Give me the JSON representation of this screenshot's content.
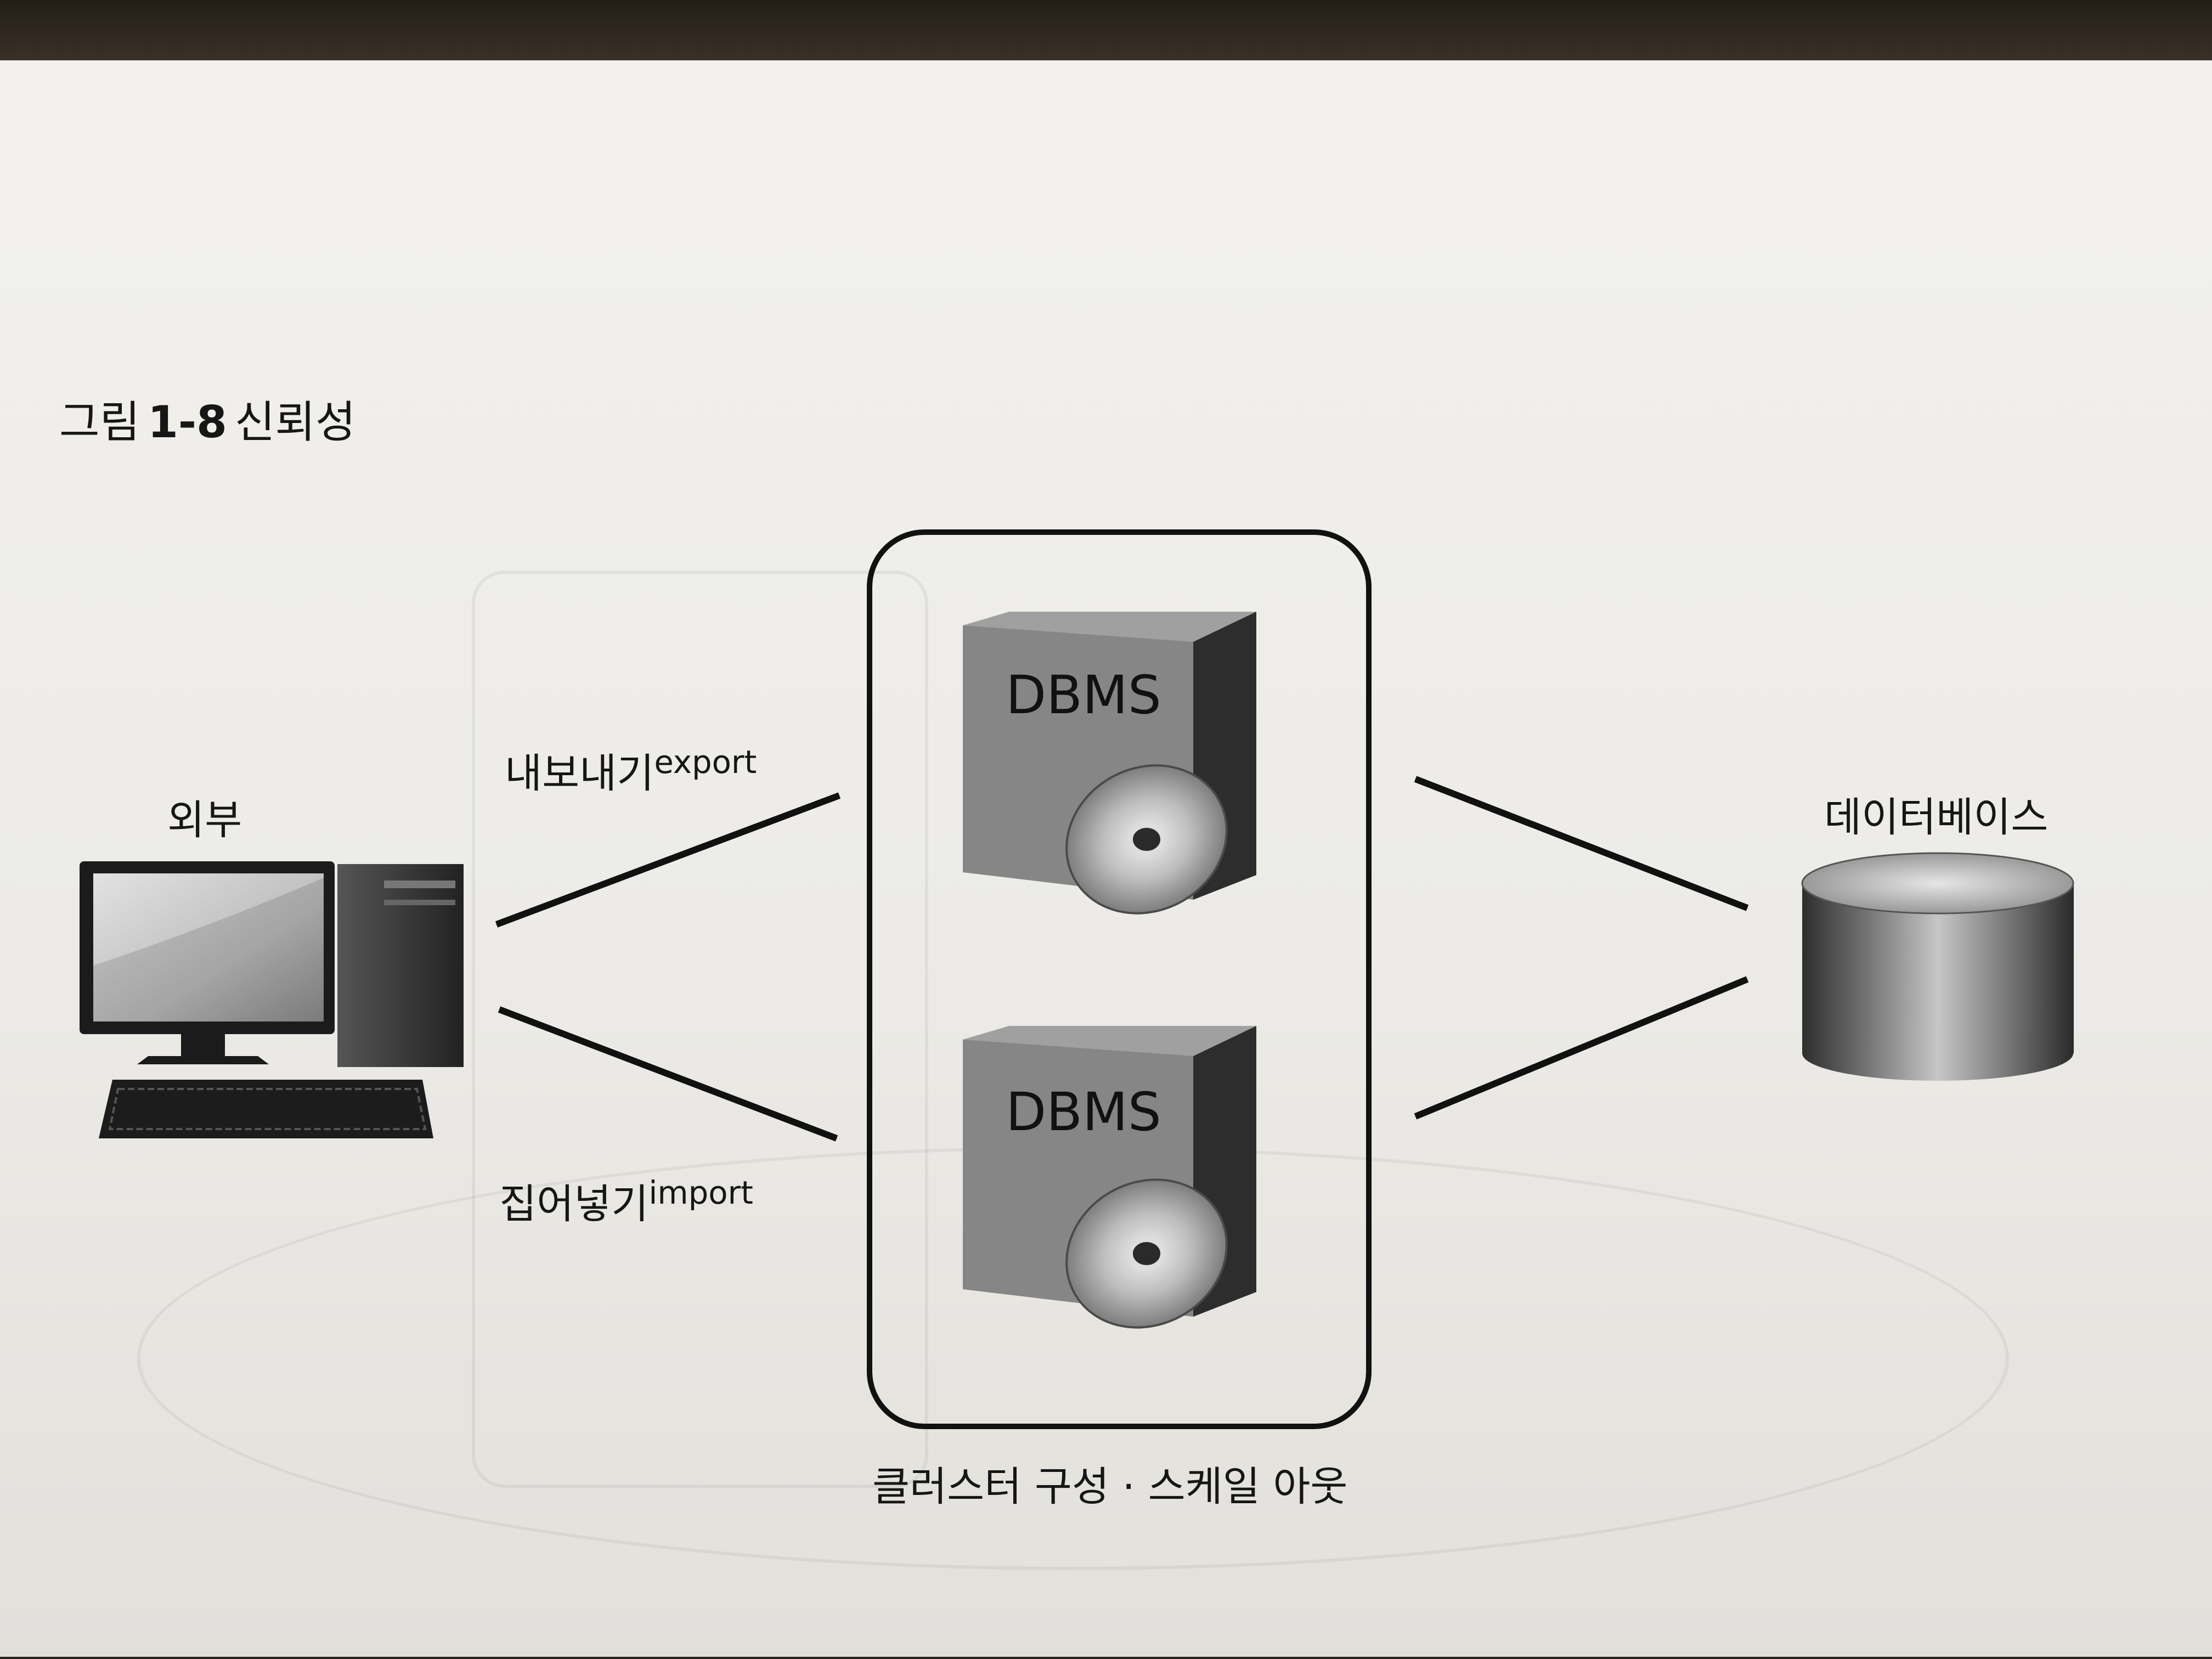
{
  "figure": {
    "caption_prefix": "그림",
    "caption_number": "1-8",
    "caption_title": "신뢰성"
  },
  "nodes": {
    "external": "외부",
    "database": "데이터베이스",
    "dbms_top": "DBMS",
    "dbms_bottom": "DBMS"
  },
  "edges": {
    "export_ko": "내보내기",
    "export_en": "export",
    "import_ko": "집어넣기",
    "import_en": "import"
  },
  "cluster": {
    "label": "클러스터 구성 · 스케일 아웃"
  },
  "icons": {
    "computer": "desktop-computer-icon",
    "server": "server-with-disc-icon",
    "database": "database-cylinder-icon"
  }
}
